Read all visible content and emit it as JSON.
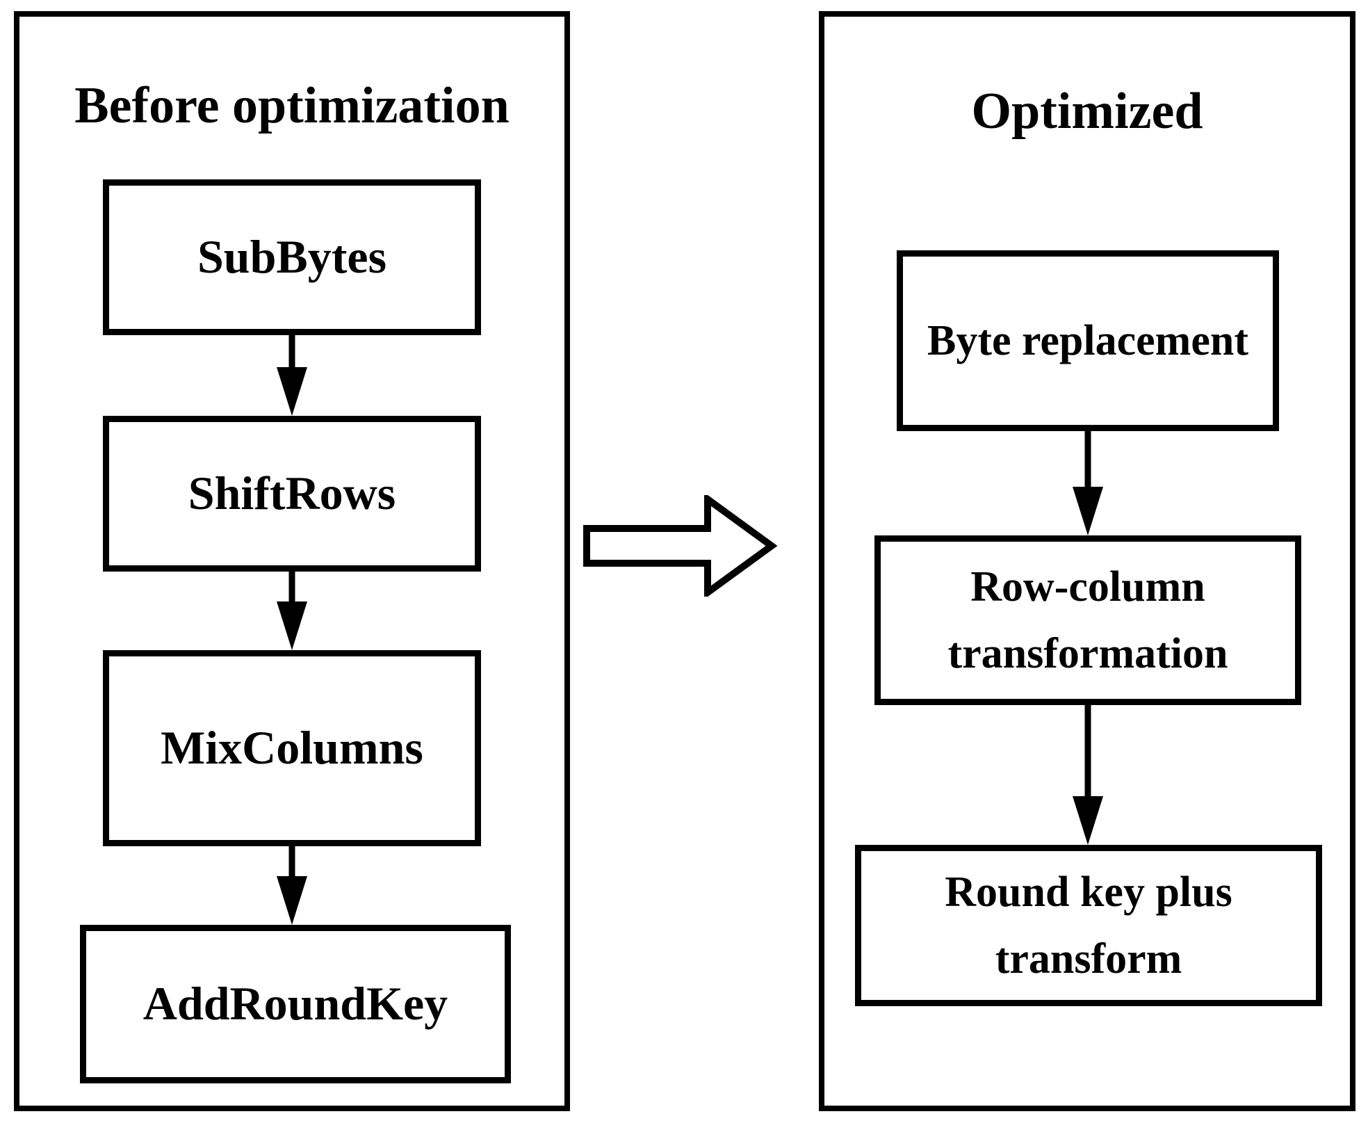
{
  "page": {
    "background": "#ffffff",
    "stroke_color": "#000000"
  },
  "left_panel": {
    "title": "Before optimization",
    "boxes": [
      {
        "label": "SubBytes"
      },
      {
        "label": "ShiftRows"
      },
      {
        "label": "MixColumns"
      },
      {
        "label": "AddRoundKey"
      }
    ]
  },
  "right_panel": {
    "title": "Optimized",
    "boxes": [
      {
        "label": "Byte replacement"
      },
      {
        "label": "Row-column transformation"
      },
      {
        "label": "Round key plus transform"
      }
    ]
  },
  "icons": {
    "down_arrow": "down-arrow-icon",
    "transform_arrow": "right-block-arrow-icon"
  }
}
